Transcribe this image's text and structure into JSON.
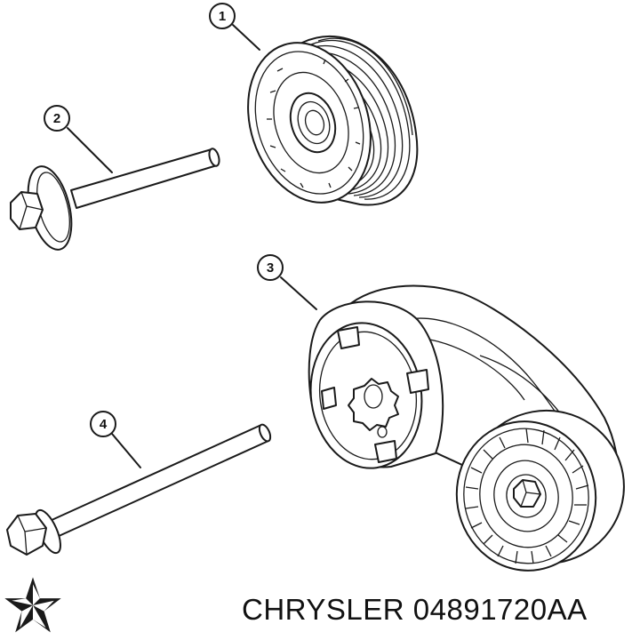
{
  "callouts": [
    {
      "id": "1",
      "label": "1"
    },
    {
      "id": "2",
      "label": "2"
    },
    {
      "id": "3",
      "label": "3"
    },
    {
      "id": "4",
      "label": "4"
    }
  ],
  "footer": {
    "brand": "CHRYSLER",
    "part_number": "04891720AA"
  },
  "icons": {
    "logo": "chrysler-pentastar-icon"
  }
}
